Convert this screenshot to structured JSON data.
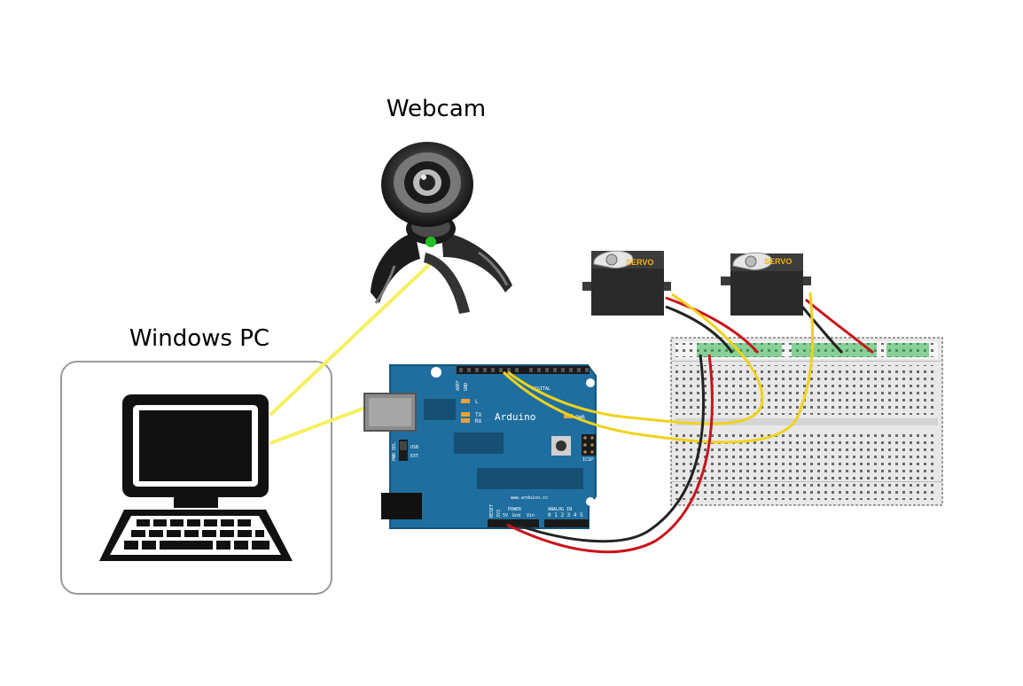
{
  "labels": {
    "webcam": "Webcam",
    "pc": "Windows PC"
  },
  "arduino": {
    "brand": "Arduino",
    "url": "www.arduino.cc",
    "digital": "DIGITAL",
    "power": "POWER",
    "analog_in": "ANALOG IN",
    "icsp": "ICSP",
    "tx": "TX",
    "rx": "RX",
    "l": "L",
    "usb": "USB",
    "ext": "EXT",
    "pwr_sel": "PWR SEL",
    "aref": "AREF",
    "gnd": "GND",
    "reset": "RESET",
    "v33": "3V3",
    "v5": "5V",
    "gnd2": "Gnd",
    "vin": "Vin",
    "analog_pins": "0 1 2 3 4 5",
    "pwr": "PWR"
  },
  "servos": [
    {
      "label": "SERVO"
    },
    {
      "label": "SERVO"
    }
  ],
  "colors": {
    "arduino_board": "#1f6ea0",
    "usb_wire": "#f5f060",
    "signal_wire": "#f1d21b",
    "power_wire": "#c8141c",
    "ground_wire": "#222222",
    "breadboard": "#e8e8e8",
    "breadboard_rail": "#2fb34a",
    "servo_body": "#2a2a2a",
    "servo_label": "#f2b320"
  },
  "icons": {
    "pc": "desktop-computer-icon",
    "webcam": "webcam-icon",
    "board": "arduino-board",
    "servo": "servo-motor-icon",
    "breadboard": "breadboard-icon"
  }
}
